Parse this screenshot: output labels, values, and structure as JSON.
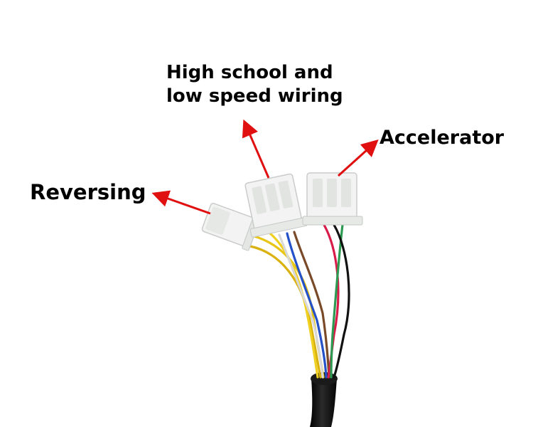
{
  "labels": {
    "high_low_line1": "High school and",
    "high_low_line2": "low speed wiring",
    "accelerator": "Accelerator",
    "reversing": "Reversing"
  },
  "colors": {
    "arrow": "#e01010",
    "text": "#000000",
    "background": "#ffffff",
    "connector": "#f2f3f2",
    "cable": "#121212"
  }
}
